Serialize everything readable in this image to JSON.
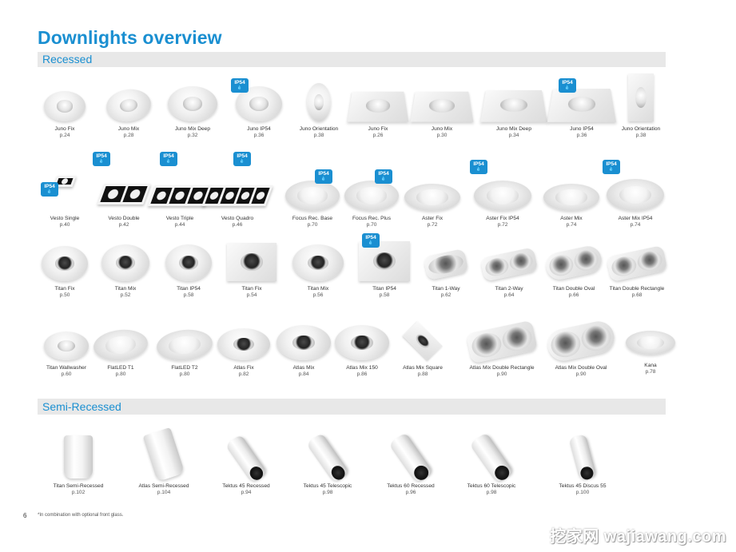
{
  "page": {
    "title": "Downlights overview",
    "page_number": "6",
    "footnote": "*In combination with optional front glass.",
    "watermark": "挖家网 wajiawang.com",
    "accent_color": "#1a8fd1",
    "badge_label": "IP54"
  },
  "sections": {
    "recessed": "Recessed",
    "semi_recessed": "Semi-Recessed"
  },
  "rows": {
    "row1": [
      {
        "name": "Juno Fix",
        "page": "p.24"
      },
      {
        "name": "Juno Mix",
        "page": "p.28"
      },
      {
        "name": "Juno Mix Deep",
        "page": "p.32"
      },
      {
        "name": "Juno IP54",
        "page": "p.36"
      },
      {
        "name": "Juno Orientation",
        "page": "p.38"
      },
      {
        "name": "Juno Fix",
        "page": "p.26"
      },
      {
        "name": "Juno Mix",
        "page": "p.30"
      },
      {
        "name": "Juno Mix Deep",
        "page": "p.34"
      },
      {
        "name": "Juno IP54",
        "page": "p.36"
      },
      {
        "name": "Juno Orientation",
        "page": "p.38"
      }
    ],
    "row2": [
      {
        "name": "Vesto Single",
        "page": "p.40"
      },
      {
        "name": "Vesto Double",
        "page": "p.42"
      },
      {
        "name": "Vesto Triple",
        "page": "p.44"
      },
      {
        "name": "Vesto Quadro",
        "page": "p.46"
      },
      {
        "name": "Focus Rec. Base",
        "page": "p.70"
      },
      {
        "name": "Focus Rec. Plus",
        "page": "p.70"
      },
      {
        "name": "Aster Fix",
        "page": "p.72"
      },
      {
        "name": "Aster Fix IP54",
        "page": "p.72"
      },
      {
        "name": "Aster Mix",
        "page": "p.74"
      },
      {
        "name": "Aster Mix IP54",
        "page": "p.74"
      }
    ],
    "row3": [
      {
        "name": "Titan Fix",
        "page": "p.50"
      },
      {
        "name": "Titan Mix",
        "page": "p.52"
      },
      {
        "name": "Titan IP54",
        "page": "p.58"
      },
      {
        "name": "Titan Fix",
        "page": "p.54"
      },
      {
        "name": "Titan Mix",
        "page": "p.56"
      },
      {
        "name": "Titan IP54",
        "page": "p.58"
      },
      {
        "name": "Titan 1-Way",
        "page": "p.62"
      },
      {
        "name": "Titan 2-Way",
        "page": "p.64"
      },
      {
        "name": "Titan Double Oval",
        "page": "p.66"
      },
      {
        "name": "Titan Double Rectangle",
        "page": "p.68"
      }
    ],
    "row4": [
      {
        "name": "Titan Wallwasher",
        "page": "p.60"
      },
      {
        "name": "FlatLED T1",
        "page": "p.80"
      },
      {
        "name": "FlatLED T2",
        "page": "p.80"
      },
      {
        "name": "Atlas Fix",
        "page": "p.82"
      },
      {
        "name": "Atlas Mix",
        "page": "p.84"
      },
      {
        "name": "Atlas Mix 150",
        "page": "p.86"
      },
      {
        "name": "Atlas Mix Square",
        "page": "p.88"
      },
      {
        "name": "Atlas Mix Double Rectangle",
        "page": "p.90"
      },
      {
        "name": "Atlas Mix Double Oval",
        "page": "p.90"
      },
      {
        "name": "Kana",
        "page": "p.78"
      }
    ],
    "row5": [
      {
        "name": "Titan Semi-Recessed",
        "page": "p.102"
      },
      {
        "name": "Atlas Semi-Recessed",
        "page": "p.104"
      },
      {
        "name": "Tektus 45 Recessed",
        "page": "p.94"
      },
      {
        "name": "Tektus 45 Telescopic",
        "page": "p.98"
      },
      {
        "name": "Tektus 60 Recessed",
        "page": "p.96"
      },
      {
        "name": "Tektus 60 Telescopic",
        "page": "p.98"
      },
      {
        "name": "Tektus 45 Discus 55",
        "page": "p.100"
      }
    ]
  }
}
